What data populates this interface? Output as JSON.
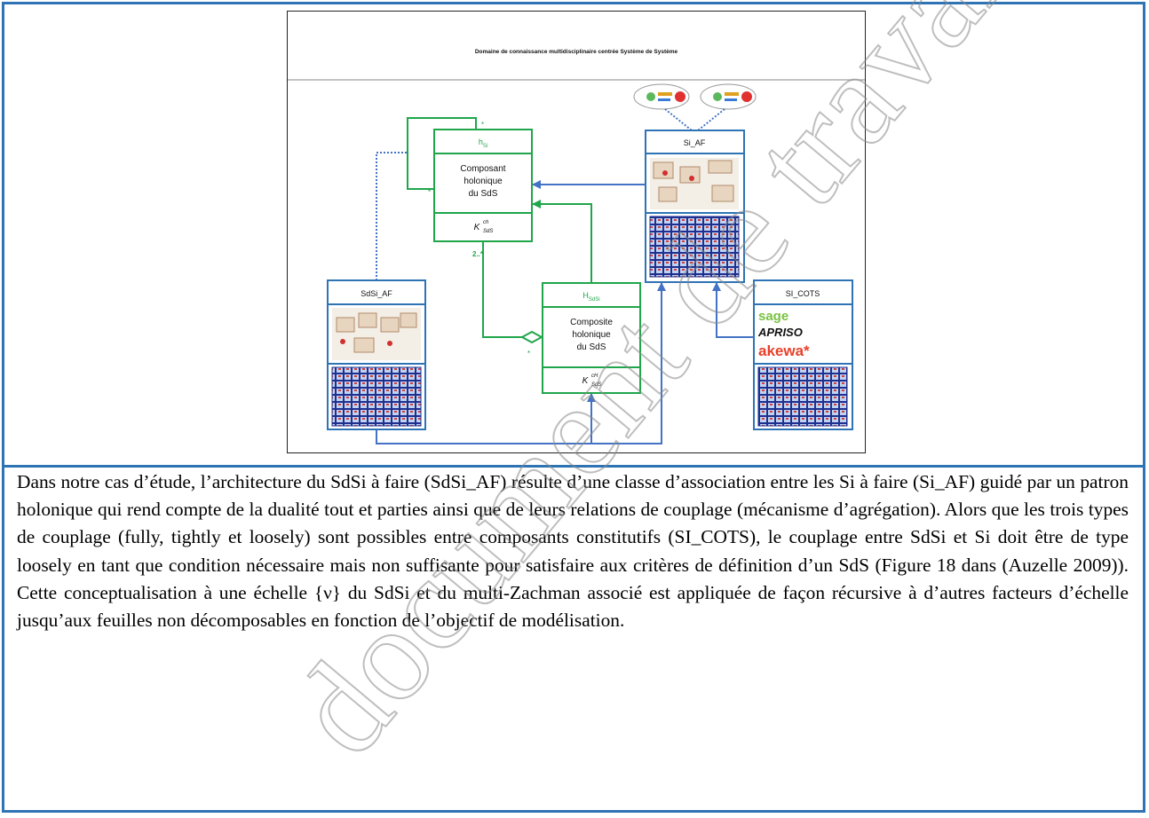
{
  "diagram": {
    "title": "Domaine de connaissance multidisciplinaire centrée Système de Système",
    "h_si": {
      "name": "h",
      "name_sub": "Si",
      "body": [
        "Composant",
        "holonique",
        "du SdS"
      ],
      "k": "K",
      "k_sup": "ch",
      "k_sub": "SdS"
    },
    "H_sdsi": {
      "name": "H",
      "name_sub": "SdSi",
      "body": [
        "Composite",
        "holonique",
        "du SdS"
      ],
      "k": "K",
      "k_sup": "cH",
      "k_sub": "SdS"
    },
    "si_af": {
      "name": "Si_AF"
    },
    "sdsi_af": {
      "name": "SdSi_AF"
    },
    "si_cots": {
      "name": "SI_COTS",
      "logos": [
        "sage",
        "APRISO",
        "akewa*"
      ]
    },
    "multiplicity": {
      "self": "*",
      "self2": "*",
      "agg": "2..*",
      "comp": "*"
    }
  },
  "paragraph": "Dans notre cas d’étude, l’architecture du SdSi à faire (SdSi_AF) résulte d’une classe d’association entre les Si à faire (Si_AF) guidé par un patron holonique qui rend compte de la dualité tout et parties ainsi que de leurs relations de couplage (mécanisme d’agrégation). Alors que les trois types de couplage (fully, tightly et loosely) sont possibles entre composants constitutifs (SI_COTS), le couplage entre SdSi et Si doit être de type loosely en tant que condition nécessaire mais non suffisante pour satisfaire aux critères de définition d’un SdS (Figure 18 dans (Auzelle 2009)). Cette conceptualisation à une échelle {ν} du SdSi et du multi-Zachman associé est appliquée de façon récursive à d’autres facteurs d’échelle jusqu’aux feuilles non décomposables en fonction de l’objectif de modélisation.",
  "watermark": "document de travail",
  "colors": {
    "border": "#2E74B5",
    "green": "#1FA64A",
    "blue": "#4472C4",
    "grid": "#1F2F8F"
  }
}
